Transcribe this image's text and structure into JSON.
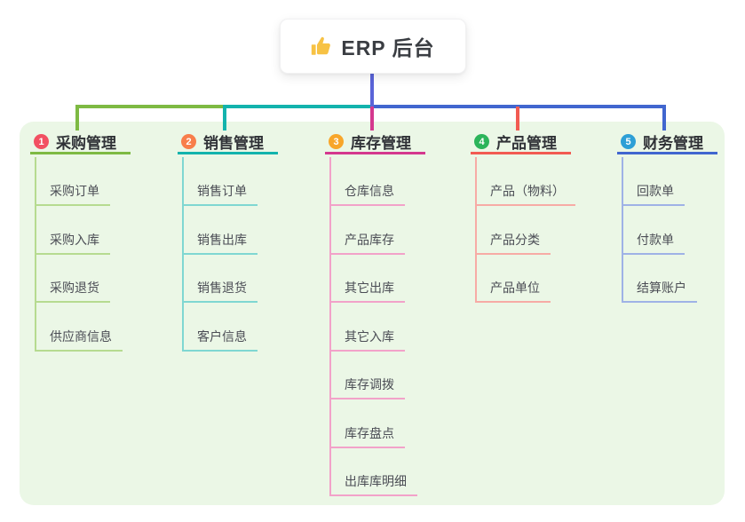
{
  "root": {
    "label": "ERP 后台",
    "icon": "thumbs-up"
  },
  "branches": [
    {
      "num": "1",
      "label": "采购管理",
      "badge_color": "#f25062",
      "line_color": "#7eba43",
      "child_line_color": "#b6db90",
      "children": [
        "采购订单",
        "采购入库",
        "采购退货",
        "供应商信息"
      ]
    },
    {
      "num": "2",
      "label": "销售管理",
      "badge_color": "#f87e4b",
      "line_color": "#13b3ad",
      "child_line_color": "#7fd7d2",
      "children": [
        "销售订单",
        "销售出库",
        "销售退货",
        "客户信息"
      ]
    },
    {
      "num": "3",
      "label": "库存管理",
      "badge_color": "#f8a62a",
      "line_color": "#d4388e",
      "child_line_color": "#f2a2c9",
      "children": [
        "仓库信息",
        "产品库存",
        "其它出库",
        "其它入库",
        "库存调拨",
        "库存盘点",
        "出库库明细"
      ]
    },
    {
      "num": "4",
      "label": "产品管理",
      "badge_color": "#2cb45a",
      "line_color": "#f25b52",
      "child_line_color": "#f7aba5",
      "children": [
        "产品（物料）",
        "产品分类",
        "产品单位"
      ]
    },
    {
      "num": "5",
      "label": "财务管理",
      "badge_color": "#2d9fd6",
      "line_color": "#4166cf",
      "child_line_color": "#9fb2e6",
      "children": [
        "回款单",
        "付款单",
        "结算账户"
      ]
    }
  ],
  "colors": {
    "background_panel": "#ebf7e6",
    "root_connector": "#5a64d8",
    "canvas": "#ffffff"
  }
}
